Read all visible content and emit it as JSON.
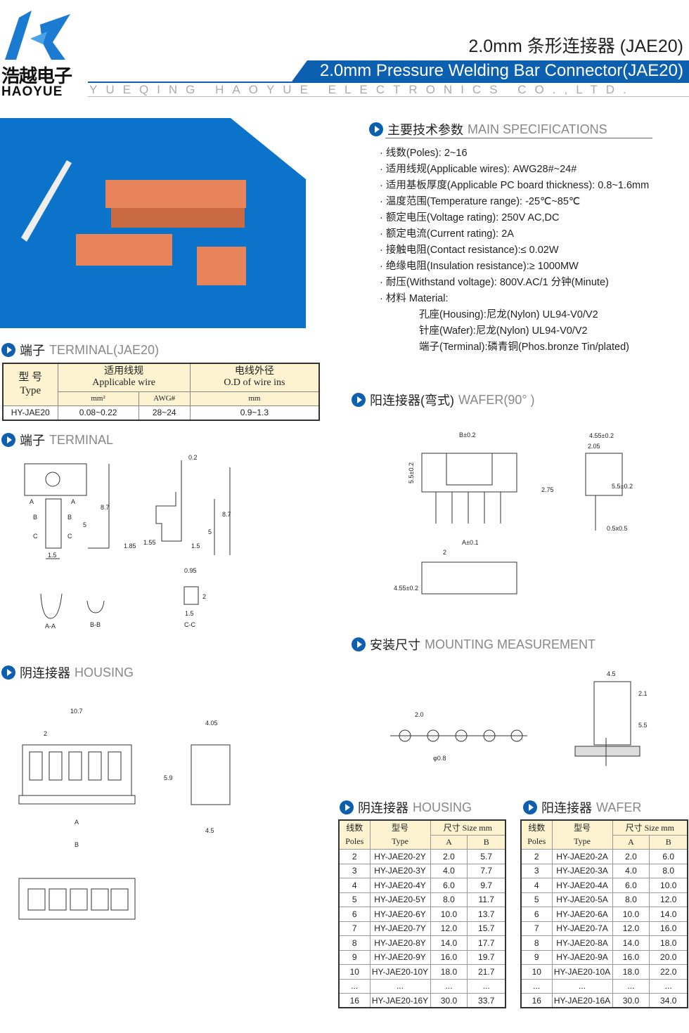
{
  "header": {
    "logo_cn": "浩越电子",
    "logo_en": "HAOYUE",
    "title_cn": "2.0mm 条形连接器 (JAE20)",
    "title_en": "2.0mm Pressure Welding Bar Connector(JAE20)",
    "company": "YUEQING HAOYUE ELECTRONICS CO.,LTD."
  },
  "colors": {
    "brand_blue": "#0d5fb0",
    "header_fill": "#fdf3d0"
  },
  "specs": {
    "title_cn": "主要技术参数",
    "title_en": "MAIN SPECIFICATIONS",
    "items": [
      "线数(Poles): 2~16",
      "适用线规(Applicable wires): AWG28#~24#",
      "适用基板厚度(Applicable PC board thickness): 0.8~1.6mm",
      "温度范围(Temperature range): -25℃~85℃",
      "额定电压(Voltage rating): 250V AC,DC",
      "额定电流(Current rating): 2A",
      "接触电阻(Contact resistance):≤ 0.02W",
      "绝缘电阻(Insulation resistance):≥ 1000MW",
      "耐压(Withstand voltage): 800V.AC/1 分钟(Minute)",
      "材料 Material:"
    ],
    "materials": [
      "孔座(Housing):尼龙(Nylon) UL94-V0/V2",
      "针座(Wafer):尼龙(Nylon) UL94-V0/V2",
      "端子(Terminal):磷青铜(Phos.bronze Tin/plated)"
    ]
  },
  "terminal_table": {
    "title_cn": "端子",
    "title_en": "TERMINAL(JAE20)",
    "h_type_cn": "型 号",
    "h_type_en": "Type",
    "h_wire_cn": "适用线规",
    "h_wire_en": "Applicable wire",
    "h_od_cn": "电线外径",
    "h_od_en": "O.D of wire ins",
    "u1": "mm²",
    "u2": "AWG#",
    "u3": "mm",
    "row": [
      "HY-JAE20",
      "0.08~0.22",
      "28~24",
      "0.9~1.3"
    ]
  },
  "terminal_drawing": {
    "title_cn": "端子",
    "title_en": "TERMINAL",
    "dims": [
      "0.2",
      "8.7",
      "5",
      "1.5",
      "1.85",
      "1.55",
      "1.5",
      "5",
      "8.7",
      "0.95",
      "2",
      "1.5",
      "A",
      "A",
      "B",
      "B",
      "C",
      "C"
    ],
    "labels": [
      "A-A",
      "B-B",
      "C-C"
    ]
  },
  "wafer_drawing": {
    "title_cn": "阳连接器(弯式)",
    "title_en": "WAFER(90°  )",
    "dims": [
      "B±0.2",
      "5.5±0.2",
      "2.75",
      "4.55±0.2",
      "2.05",
      "5.5±0.2",
      "0.5x0.5",
      "A±0.1",
      "2",
      "4.55±0.2"
    ]
  },
  "mounting": {
    "title_cn": "安装尺寸",
    "title_en": "MOUNTING MEASUREMENT",
    "dims": [
      "2.0",
      "φ0.8",
      "4.5",
      "2.1",
      "5.5"
    ]
  },
  "housing_drawing": {
    "title_cn": "阴连接器",
    "title_en": "HOUSING",
    "dims": [
      "10.7",
      "2",
      "5.9",
      "4.05",
      "A",
      "B",
      "4.5"
    ]
  },
  "housing_table": {
    "title_cn": "阴连接器",
    "title_en": "HOUSING",
    "h": [
      "线数",
      "Poles",
      "型号",
      "Type",
      "尺寸 Size mm",
      "A",
      "B"
    ],
    "rows": [
      [
        "2",
        "HY-JAE20-2Y",
        "2.0",
        "5.7"
      ],
      [
        "3",
        "HY-JAE20-3Y",
        "4.0",
        "7.7"
      ],
      [
        "4",
        "HY-JAE20-4Y",
        "6.0",
        "9.7"
      ],
      [
        "5",
        "HY-JAE20-5Y",
        "8.0",
        "11.7"
      ],
      [
        "6",
        "HY-JAE20-6Y",
        "10.0",
        "13.7"
      ],
      [
        "7",
        "HY-JAE20-7Y",
        "12.0",
        "15.7"
      ],
      [
        "8",
        "HY-JAE20-8Y",
        "14.0",
        "17.7"
      ],
      [
        "9",
        "HY-JAE20-9Y",
        "16.0",
        "19.7"
      ],
      [
        "10",
        "HY-JAE20-10Y",
        "18.0",
        "21.7"
      ],
      [
        "...",
        "...",
        "...",
        "..."
      ],
      [
        "16",
        "HY-JAE20-16Y",
        "30.0",
        "33.7"
      ]
    ]
  },
  "wafer_table": {
    "title_cn": "阳连接器",
    "title_en": "WAFER",
    "h": [
      "线数",
      "Poles",
      "型号",
      "Type",
      "尺寸 Size mm",
      "A",
      "B"
    ],
    "rows": [
      [
        "2",
        "HY-JAE20-2A",
        "2.0",
        "6.0"
      ],
      [
        "3",
        "HY-JAE20-3A",
        "4.0",
        "8.0"
      ],
      [
        "4",
        "HY-JAE20-4A",
        "6.0",
        "10.0"
      ],
      [
        "5",
        "HY-JAE20-5A",
        "8.0",
        "12.0"
      ],
      [
        "6",
        "HY-JAE20-6A",
        "10.0",
        "14.0"
      ],
      [
        "7",
        "HY-JAE20-7A",
        "12.0",
        "16.0"
      ],
      [
        "8",
        "HY-JAE20-8A",
        "14.0",
        "18.0"
      ],
      [
        "9",
        "HY-JAE20-9A",
        "16.0",
        "20.0"
      ],
      [
        "10",
        "HY-JAE20-10A",
        "18.0",
        "22.0"
      ],
      [
        "...",
        "...",
        "...",
        "..."
      ],
      [
        "16",
        "HY-JAE20-16A",
        "30.0",
        "34.0"
      ]
    ]
  }
}
